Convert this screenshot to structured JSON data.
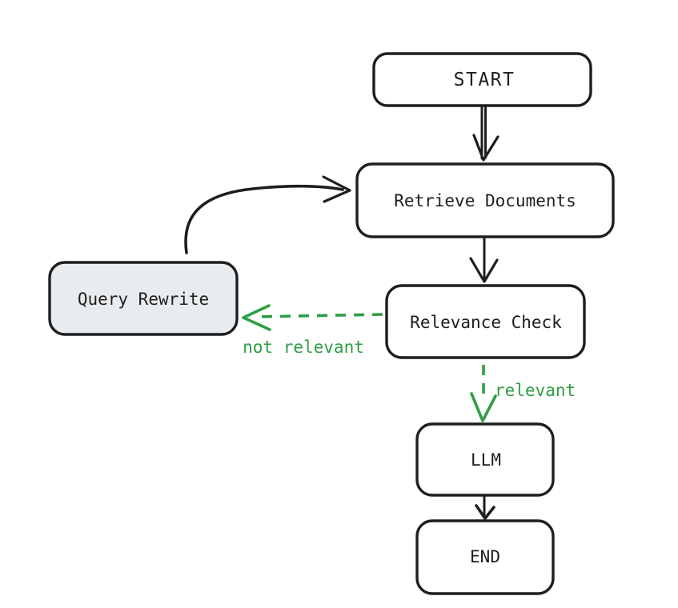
{
  "diagram": {
    "type": "flowchart",
    "background_color": "#ffffff",
    "colors": {
      "stroke": "#1e1e1e",
      "green": "#2f9e44",
      "node_fill": "#ffffff",
      "rewrite_fill": "#e9ecee"
    },
    "nodes": [
      {
        "id": "start",
        "label": "START",
        "fill": "#ffffff"
      },
      {
        "id": "retrieve_documents",
        "label": "Retrieve Documents",
        "fill": "#ffffff"
      },
      {
        "id": "relevance_check",
        "label": "Relevance Check",
        "fill": "#ffffff"
      },
      {
        "id": "query_rewrite",
        "label": "Query Rewrite",
        "fill": "#e9ecee"
      },
      {
        "id": "llm",
        "label": "LLM",
        "fill": "#ffffff"
      },
      {
        "id": "end",
        "label": "END",
        "fill": "#ffffff"
      }
    ],
    "edges": [
      {
        "from": "start",
        "to": "retrieve_documents",
        "style": "solid",
        "label": ""
      },
      {
        "from": "retrieve_documents",
        "to": "relevance_check",
        "style": "solid",
        "label": ""
      },
      {
        "from": "relevance_check",
        "to": "query_rewrite",
        "style": "dashed",
        "color": "#2f9e44",
        "label": "not relevant"
      },
      {
        "from": "relevance_check",
        "to": "llm",
        "style": "dashed",
        "color": "#2f9e44",
        "label": "relevant"
      },
      {
        "from": "query_rewrite",
        "to": "retrieve_documents",
        "style": "solid",
        "label": ""
      },
      {
        "from": "llm",
        "to": "end",
        "style": "solid",
        "label": ""
      }
    ]
  }
}
